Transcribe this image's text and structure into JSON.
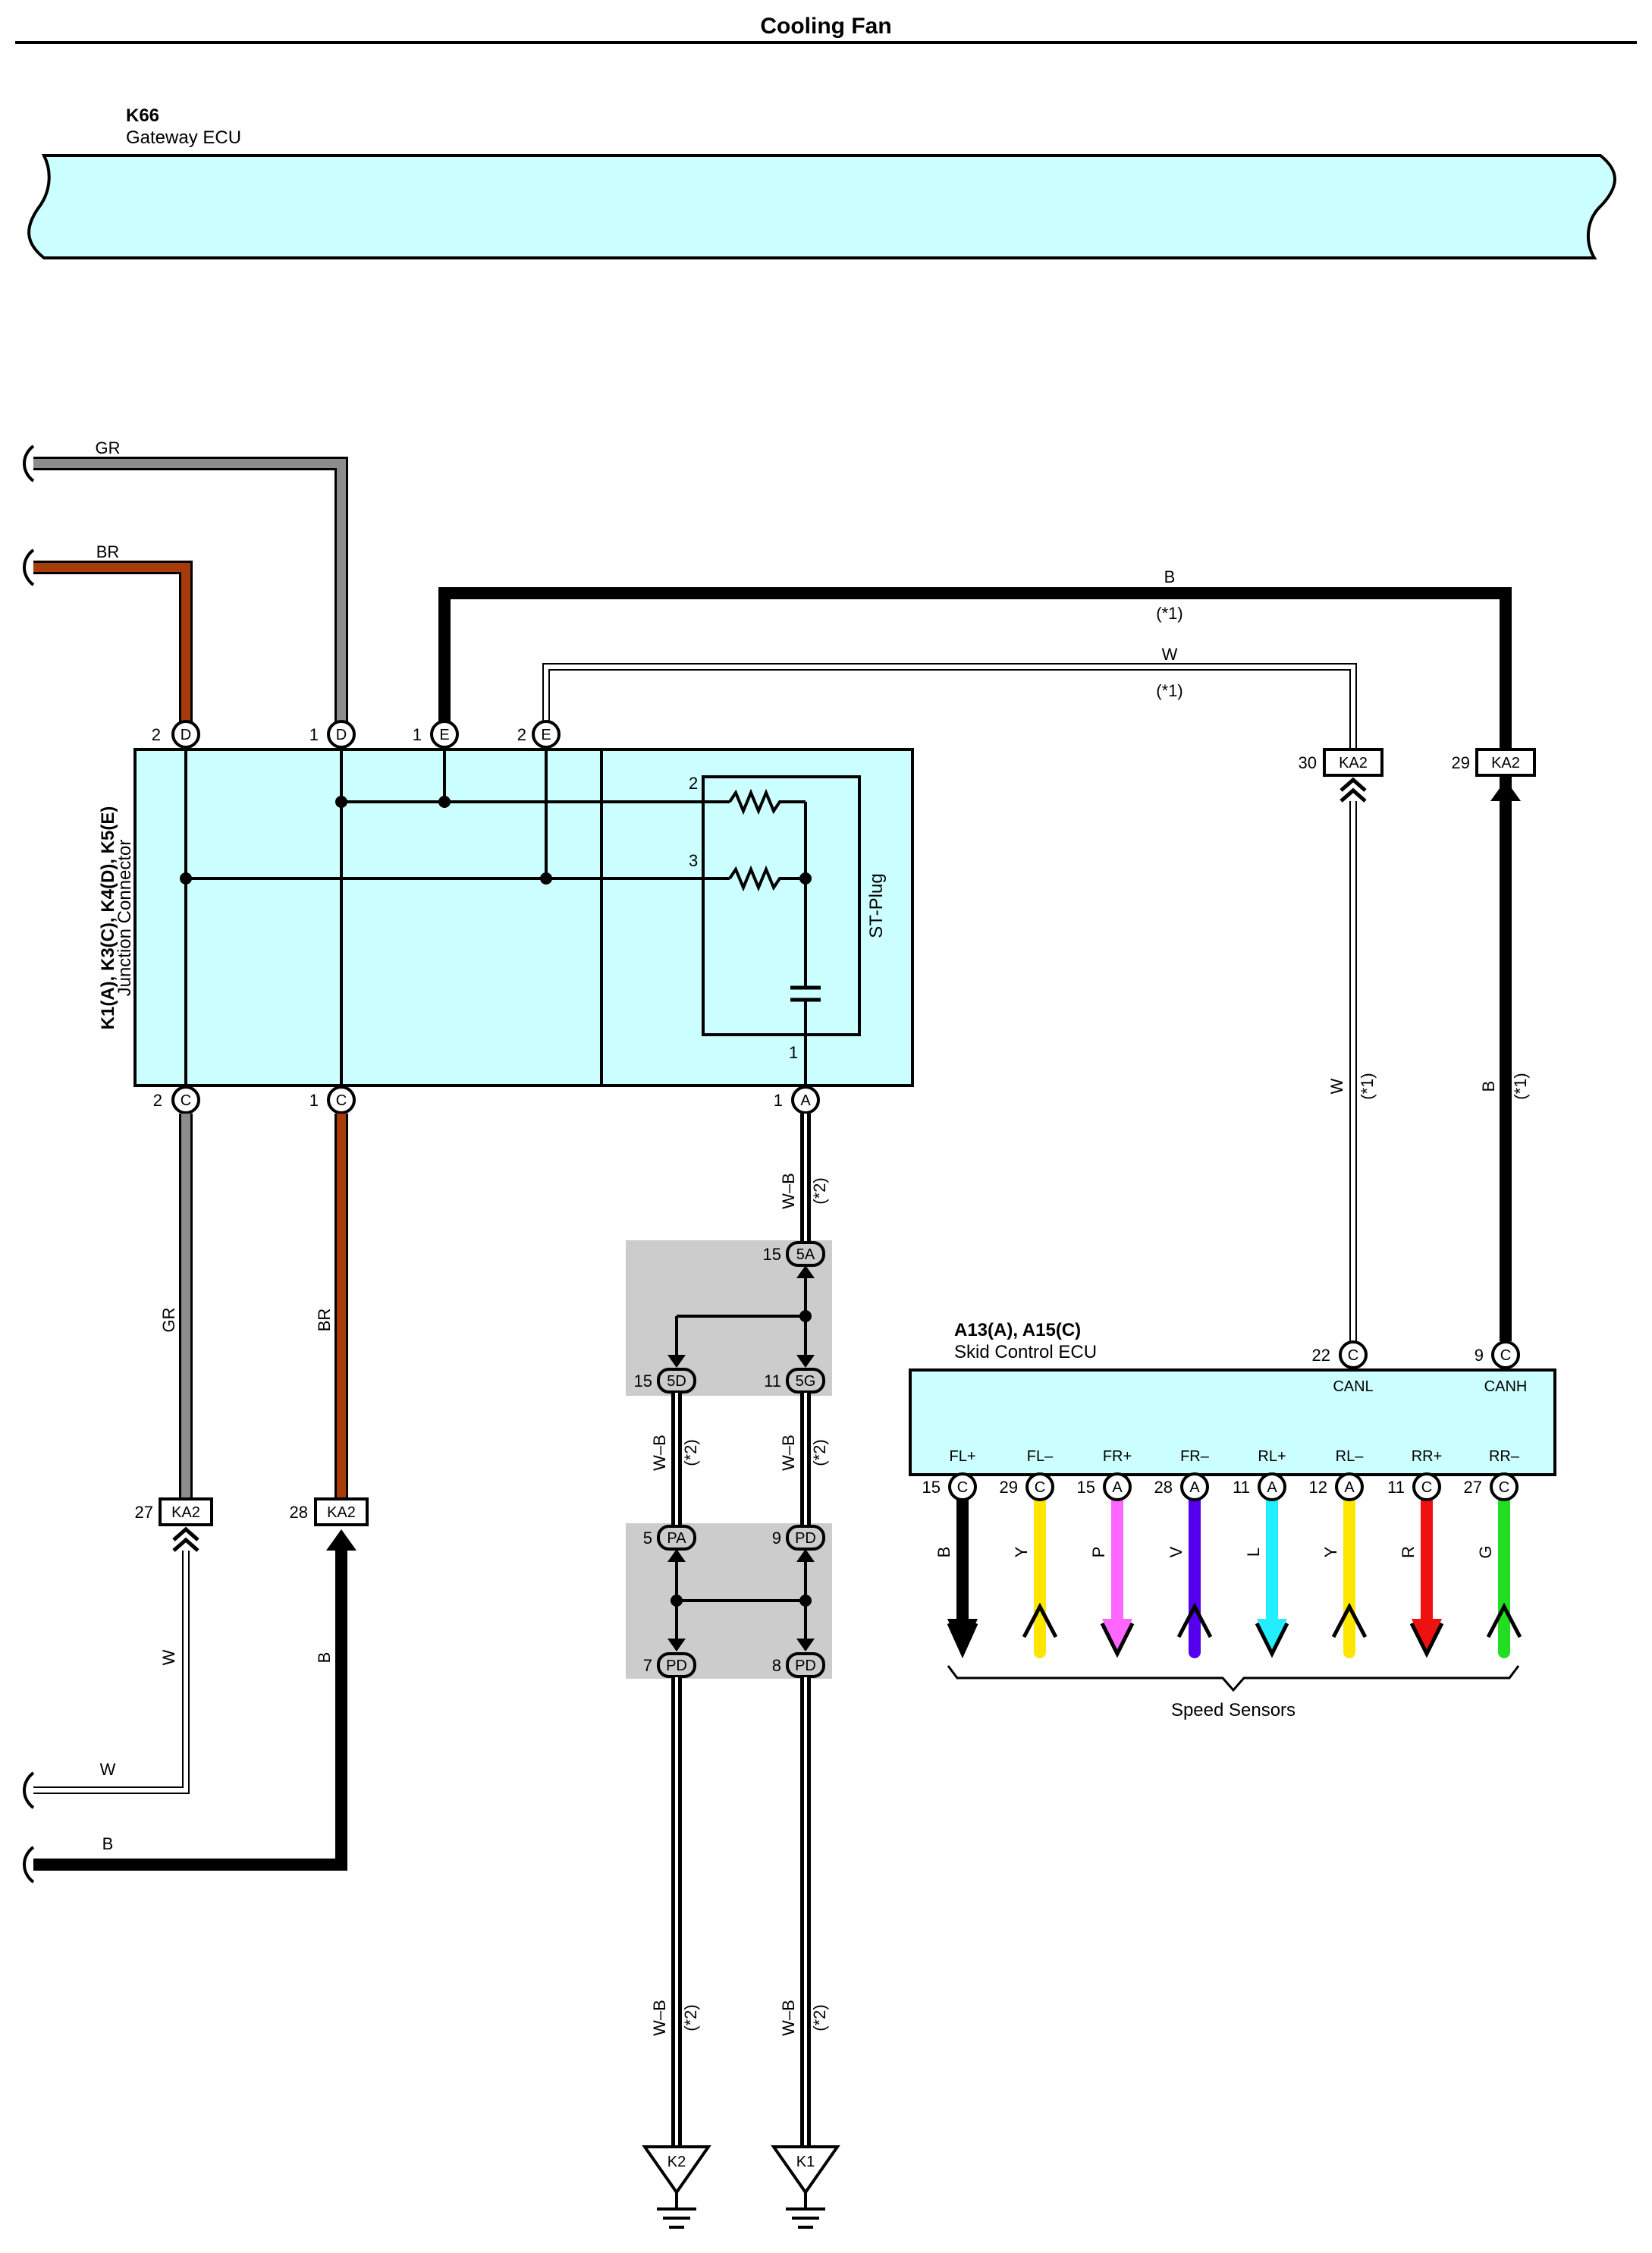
{
  "title": "Cooling Fan",
  "gateway": {
    "code": "K66",
    "name": "Gateway ECU"
  },
  "junction": {
    "code": "K1(A), K3(C), K4(D), K5(E)",
    "name": "Junction Connector",
    "plug": "ST-Plug"
  },
  "skid": {
    "code": "A13(A), A15(C)",
    "name": "Skid Control ECU",
    "canl": "CANL",
    "canh": "CANH"
  },
  "speed_sensors_label": "Speed Sensors",
  "colors": {
    "GR": "#8c8c8c",
    "BR": "#a63c0a",
    "B": "#000000",
    "W": "#ffffff",
    "Y": "#ffe600",
    "P": "#ff66ff",
    "V": "#5500ee",
    "L": "#22eeff",
    "R": "#ee1111",
    "G": "#22dd22",
    "box": "#ccffff",
    "shade": "#cccccc"
  },
  "note1": "(*1)",
  "note2": "(*2)",
  "wires": {
    "GR": "GR",
    "BR": "BR",
    "B": "B",
    "W": "W",
    "WB": "W–B",
    "Y": "Y",
    "P": "P",
    "V": "V",
    "L": "L",
    "R": "R",
    "G": "G"
  },
  "connectors": {
    "D": "D",
    "E": "E",
    "C": "C",
    "A": "A",
    "KA2": "KA2",
    "5A": "5A",
    "5D": "5D",
    "5G": "5G",
    "PA": "PA",
    "PD": "PD",
    "K1": "K1",
    "K2": "K2"
  },
  "pins": {
    "p1": "1",
    "p2": "2",
    "p3": "3",
    "p5": "5",
    "p7": "7",
    "p8": "8",
    "p9": "9",
    "p11": "11",
    "p12": "12",
    "p15": "15",
    "p22": "22",
    "p27": "27",
    "p28": "28",
    "p29": "29",
    "p30": "30"
  },
  "sensor_labels": [
    "FL+",
    "FL–",
    "FR+",
    "FR–",
    "RL+",
    "RL–",
    "RR+",
    "RR–"
  ]
}
